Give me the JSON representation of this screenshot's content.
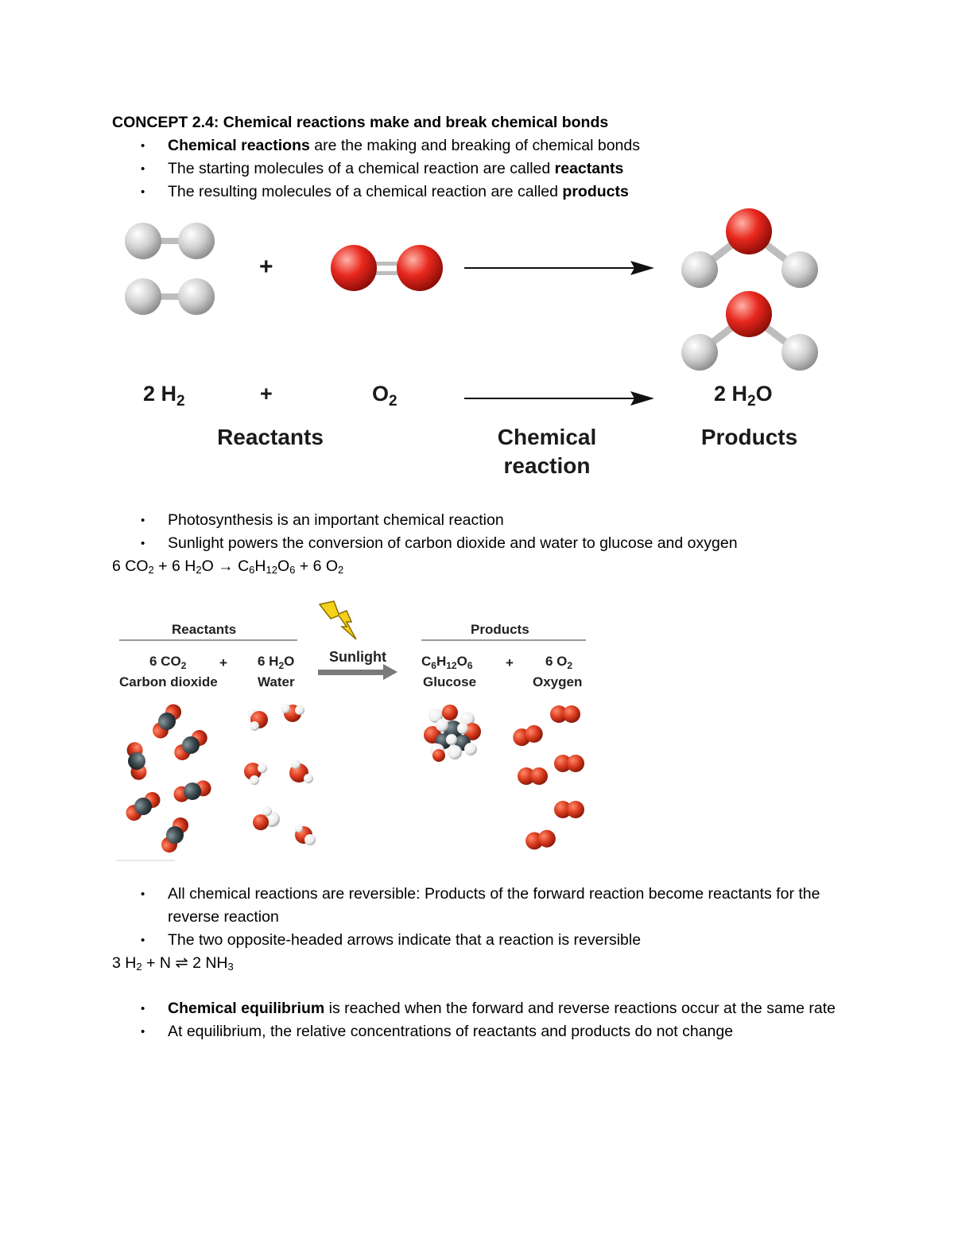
{
  "section1": {
    "heading": "CONCEPT 2.4: Chemical reactions make and break chemical bonds",
    "bullets": [
      {
        "bold": "Chemical reactions",
        "text": " are the making and breaking of chemical bonds"
      },
      {
        "pre": "The starting molecules of a chemical reaction are called ",
        "bold": "reactants"
      },
      {
        "pre": "The resulting molecules of a chemical reaction are called ",
        "bold": "products"
      }
    ]
  },
  "figure1": {
    "plus_top": "+",
    "h2_coeff": "2 H",
    "h2_sub": "2",
    "plus": "+",
    "o2": "O",
    "o2_sub": "2",
    "h2o_coeff": "2 H",
    "h2o_sub": "2",
    "h2o_end": "O",
    "reactants": "Reactants",
    "chemical": "Chemical",
    "reaction": "reaction",
    "products": "Products",
    "colors": {
      "hydrogen": "#cfcfcf",
      "oxygen": "#e8281e",
      "bond": "#bdbdbd"
    }
  },
  "section2": {
    "bullets": [
      "Photosynthesis is an important chemical reaction",
      "Sunlight powers the conversion of carbon dioxide and water to glucose and oxygen"
    ],
    "equation": {
      "a": "6 CO",
      "a_sub": "2",
      "b": " + 6 H",
      "b_sub": "2",
      "c": "O → C",
      "c_sub1": "6",
      "d": "H",
      "d_sub": "12",
      "e": "O",
      "e_sub": "6",
      "f": " + 6 O",
      "f_sub": "2"
    }
  },
  "figure2": {
    "reactants": "Reactants",
    "products": "Products",
    "sunlight": "Sunlight",
    "co2": "6 CO",
    "co2_sub": "2",
    "plus1": "+",
    "h2o": "6 H",
    "h2o_sub": "2",
    "h2o_end": "O",
    "co2_name": "Carbon dioxide",
    "h2o_name": "Water",
    "glucose_c": "C",
    "glucose_c_sub": "6",
    "glucose_h": "H",
    "glucose_h_sub": "12",
    "glucose_o": "O",
    "glucose_o_sub": "6",
    "plus2": "+",
    "o2": "6 O",
    "o2_sub": "2",
    "glucose_name": "Glucose",
    "o2_name": "Oxygen",
    "colors": {
      "carbon": "#3c4a50",
      "oxygen": "#d93a1e",
      "hydrogen": "#f2f2f2",
      "sun": "#f5d21a",
      "arrow": "#7a7a7a"
    }
  },
  "section3": {
    "bullets": [
      "All chemical reactions are reversible: Products of the forward reaction become reactants for the reverse reaction",
      "The two opposite-headed arrows indicate that a reaction is reversible"
    ],
    "equation": {
      "a": "3 H",
      "a_sub": "2",
      "b": " + N ⇌ 2 NH",
      "b_sub": "3"
    }
  },
  "section4": {
    "bullets": [
      {
        "bold": "Chemical equilibrium",
        "text": " is reached when the forward and reverse reactions occur at the same rate"
      },
      {
        "bold": "",
        "text": "At equilibrium, the relative concentrations of reactants and products do not change"
      }
    ]
  }
}
